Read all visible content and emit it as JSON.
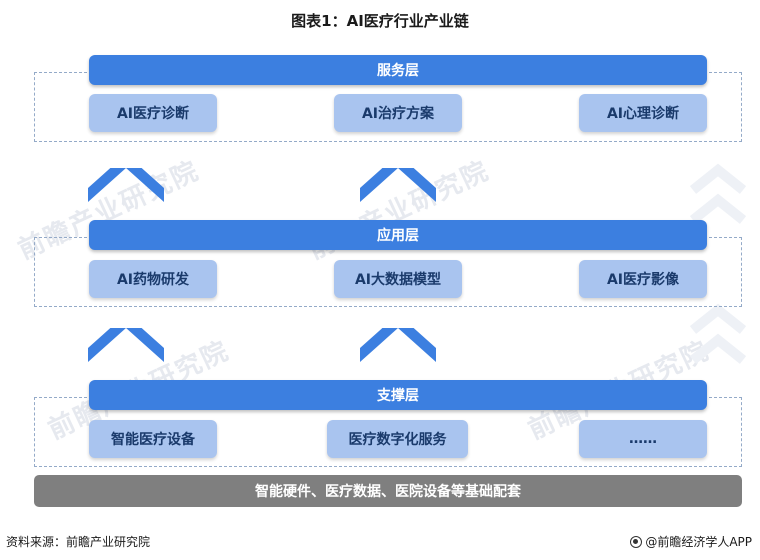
{
  "title": "图表1：AI医疗行业产业链",
  "watermark": "前瞻产业研究院",
  "layers": {
    "service": {
      "label": "服务层",
      "items": [
        "AI医疗诊断",
        "AI治疗方案",
        "AI心理诊断"
      ]
    },
    "application": {
      "label": "应用层",
      "items": [
        "AI药物研发",
        "AI大数据模型",
        "AI医疗影像"
      ]
    },
    "support": {
      "label": "支撑层",
      "items": [
        "智能医疗设备",
        "医疗数字化服务",
        "……"
      ]
    }
  },
  "foundation": "智能硬件、医疗数据、医院设备等基础配套",
  "footer": {
    "source": "资料来源：前瞻产业研究院",
    "brand": "@前瞻经济学人APP"
  },
  "colors": {
    "layer_bar": "#3c7fe0",
    "item_box": "#a9c4ef",
    "foundation_bar": "#7f7f7f",
    "arrow": "#3c7fe0"
  }
}
